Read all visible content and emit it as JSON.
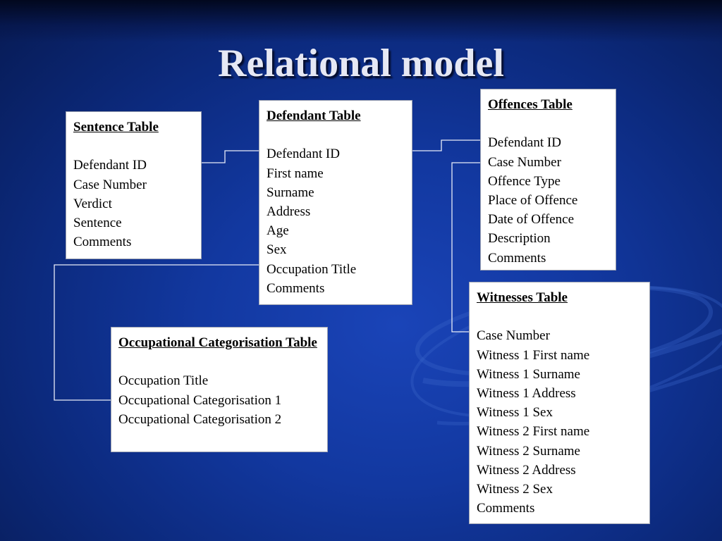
{
  "slide": {
    "title": "Relational model"
  },
  "tables": {
    "sentence": {
      "name": "Sentence Table",
      "fields": [
        "Defendant ID",
        "Case Number",
        "Verdict",
        "Sentence",
        "Comments"
      ]
    },
    "defendant": {
      "name": "Defendant Table",
      "fields": [
        "Defendant ID",
        "First name",
        "Surname",
        "Address",
        "Age",
        "Sex",
        "Occupation Title",
        "Comments"
      ]
    },
    "offences": {
      "name": "Offences Table",
      "fields": [
        "Defendant ID",
        "Case Number",
        "Offence Type",
        "Place of Offence",
        "Date of Offence",
        "Description",
        "Comments"
      ]
    },
    "witnesses": {
      "name": "Witnesses Table",
      "fields": [
        "Case Number",
        "Witness 1 First name",
        "Witness 1 Surname",
        "Witness 1 Address",
        "Witness 1 Sex",
        "Witness 2 First name",
        "Witness 2 Surname",
        "Witness 2 Address",
        "Witness 2 Sex",
        "Comments"
      ]
    },
    "occupational": {
      "name": "Occupational Categorisation Table",
      "fields": [
        "Occupation Title",
        "Occupational Categorisation 1",
        "Occupational Categorisation 2"
      ]
    }
  },
  "colors": {
    "background": "#1238a0",
    "title": "#e6e8f4",
    "connector": "#e8ecf8",
    "box": "#ffffff"
  }
}
